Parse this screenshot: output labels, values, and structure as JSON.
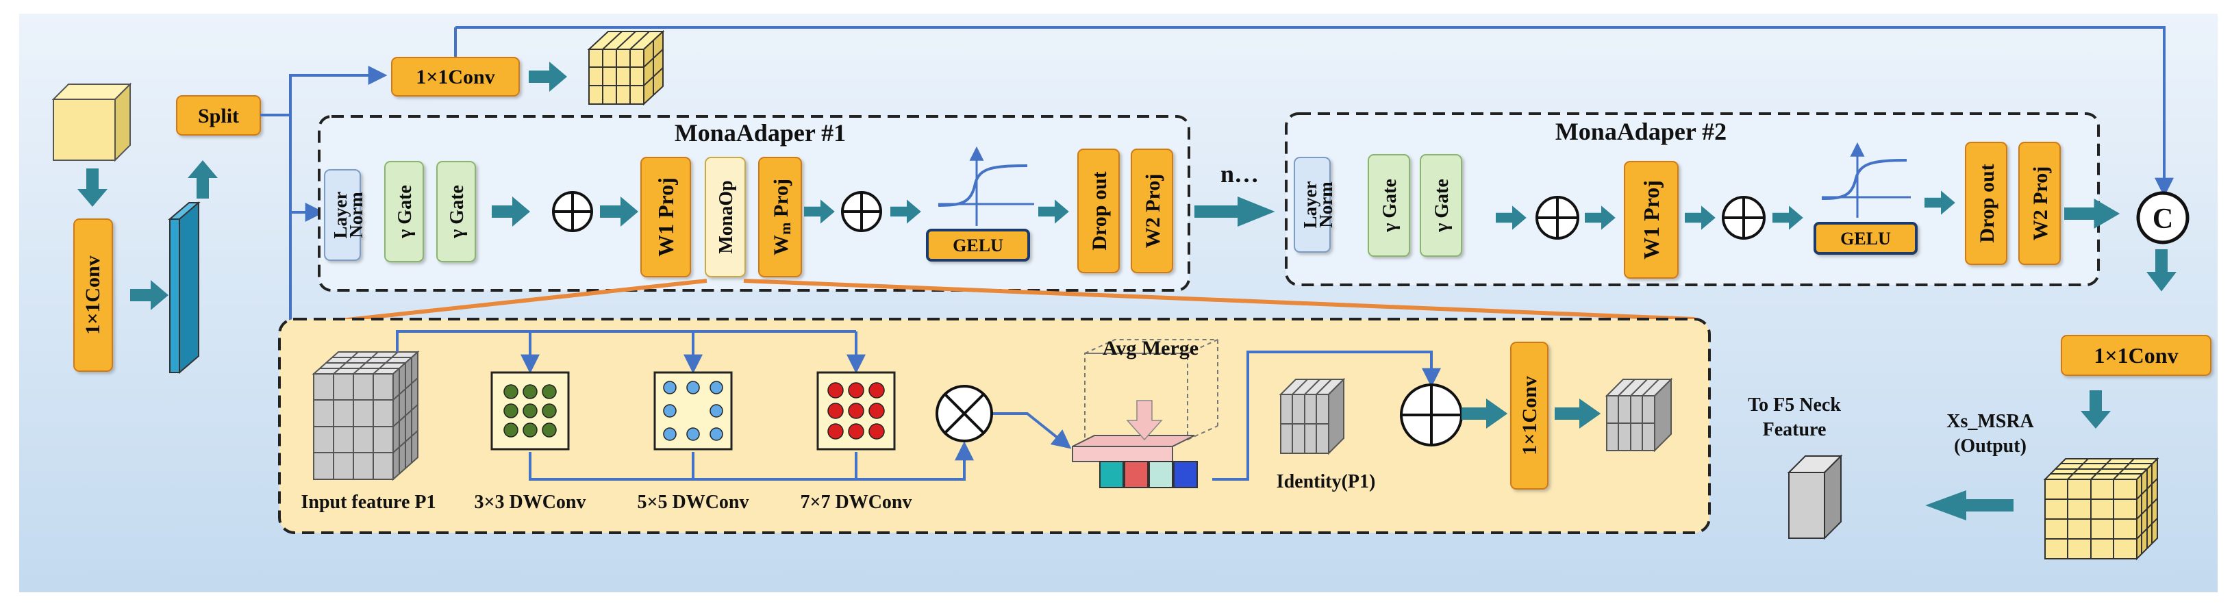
{
  "labels": {
    "split": "Split",
    "conv1x1": "1×1Conv",
    "conv1x1_top": "1×1Conv",
    "conv1x1_right": "1×1Conv",
    "conv1x1_bottom": "1×1Conv",
    "mona1_title": "MonaAdaper #1",
    "mona2_title": "MonaAdaper #2",
    "layer_norm_line1": "Layer",
    "layer_norm_line2": "Norm",
    "gamma_gate": "γ Gate",
    "w1_proj": "W1 Proj",
    "mona_op": "MonaOp",
    "wm_proj_w": "W",
    "wm_proj_m": "m",
    "wm_proj_rest": " Proj",
    "gelu": "GELU",
    "drop_out": "Drop out",
    "w2_proj": "W2 Proj",
    "n_dots": "n…",
    "concat": "C",
    "avg_merge": "Avg Merge",
    "input_feature": "Input feature P1",
    "dw3": "3×3 DWConv",
    "dw5": "5×5 DWConv",
    "dw7": "7×7 DWConv",
    "identity": "Identity(P1)",
    "to_f5_line1": "To F5 Neck",
    "to_f5_line2": "Feature",
    "xs_line1": "Xs_MSRA",
    "xs_line2": "(Output)"
  },
  "colors": {
    "orange": "#f7b22f",
    "orange_border": "#d07a12",
    "arrow_teal": "#2e8494",
    "line_blue": "#4472c4",
    "panel_yellow": "#fce9b5",
    "green_box": "#d8ecc8",
    "blue_box": "#d6e6f7",
    "cream_box": "#fdf1c9",
    "cube_yellow": "#fae79a",
    "cube_gray": "#cfcfcf",
    "dot_green": "#4d7a2a",
    "dot_blue": "#63a9e6",
    "dot_red": "#d81e1e",
    "bg_top": "#e9f1fa",
    "bg_bottom": "#c4dbf0"
  }
}
